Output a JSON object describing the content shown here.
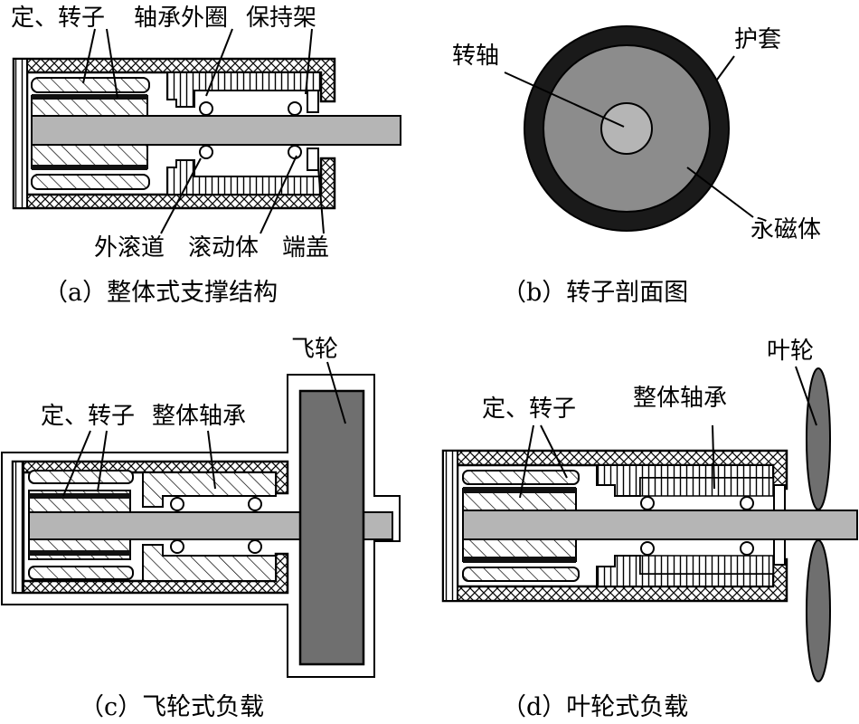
{
  "figure_a": {
    "labels": {
      "stator_rotor": "定、转子",
      "outer_ring": "轴承外圈",
      "cage": "保持架",
      "outer_raceway": "外滚道",
      "rolling_element": "滚动体",
      "end_cap": "端盖"
    },
    "caption": "（a）整体式支撑结构"
  },
  "figure_b": {
    "labels": {
      "shaft": "转轴",
      "sleeve": "护套",
      "magnet": "永磁体"
    },
    "caption": "（b）转子剖面图"
  },
  "figure_c": {
    "labels": {
      "stator_rotor": "定、转子",
      "bearing": "整体轴承",
      "flywheel": "飞轮"
    },
    "caption": "（c）飞轮式负载"
  },
  "figure_d": {
    "labels": {
      "stator_rotor": "定、转子",
      "bearing": "整体轴承",
      "impeller": "叶轮"
    },
    "caption": "（d）叶轮式负载"
  },
  "colors": {
    "shaft": "#b5b5b5",
    "magnet": "#8c8c8c",
    "sleeve": "#1a1a1a",
    "load": "#6f6f6f",
    "line": "#000000"
  }
}
